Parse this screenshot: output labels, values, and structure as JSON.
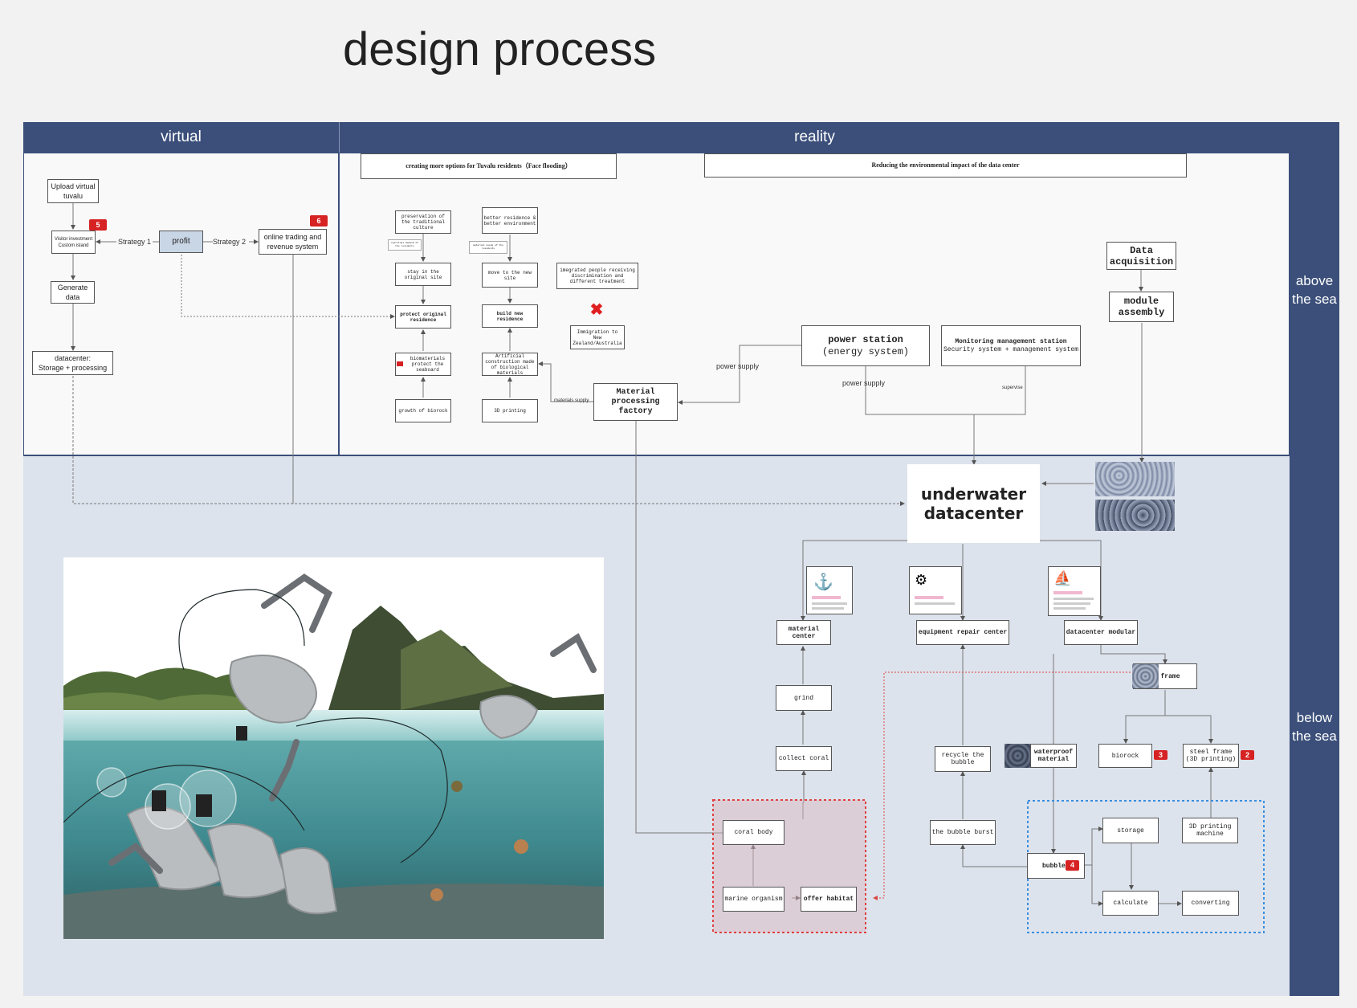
{
  "title": "design process",
  "headers": {
    "virtual": "virtual",
    "reality": "reality"
  },
  "side_labels": {
    "above": "above\nthe sea",
    "below": "below\nthe sea"
  },
  "virtual": {
    "upload": "Upload virtual tuvalu",
    "visitor": "Visitor investment\nCustom island",
    "generate": "Generate data",
    "datacenter": "datacenter:\nStorage + processing",
    "profit": "profit",
    "online": "online trading and revenue system",
    "strategy1": "Strategy 1",
    "strategy2": "Strategy 2",
    "flag5": "5",
    "flag6": "6"
  },
  "banners": {
    "residents": "creating more options for Tuvalu residents（Face flooding）",
    "environment": "Reducing the environmental impact of the data center"
  },
  "reality": {
    "preservation": "preservation of the traditional culture",
    "spiritual": "spiritual demand of the residents",
    "stay": "stay in the original site",
    "protect": "protect original residence",
    "biomaterials": "biomaterials protect the seaboard",
    "biorock_growth": "growth of biorock",
    "better": "better residence & better environment",
    "material_needs": "material needs of the residents",
    "move": "move to the new site",
    "build": "build new residence",
    "artificial": "Artificial construction made of biological materials",
    "printing3d": "3D printing",
    "emigrated": "imegrated people receiving discrimination and different treatment",
    "immigration": "Immigration to New Zealand/Australia",
    "factory": "Material processing factory",
    "materials_supply": "materials supply",
    "power_supply1": "power supply",
    "power_supply2": "power supply",
    "supervise": "supervise",
    "power_title": "power station",
    "power_sub": "(energy system)",
    "monitor_title": "Monitoring management station",
    "monitor_sub": "Security system + management system",
    "data_acq": "Data acquisition",
    "module": "module assembly"
  },
  "below": {
    "underwater": "underwater datacenter",
    "material_center": "material center",
    "grind": "grind",
    "collect": "collect coral",
    "coral_body": "coral body",
    "marine": "marine organism",
    "habitat": "offer habitat",
    "repair": "equipment repair center",
    "recycle": "recycle the bubble",
    "burst": "the bubble burst",
    "modular": "datacenter modular",
    "frame": "frame",
    "waterproof": "waterproof material",
    "biorock": "biorock",
    "steel": "steel frame (3D printing)",
    "storage": "storage",
    "printing_machine": "3D printing machine",
    "bubble": "bubble",
    "calculate": "calculate",
    "converting": "converting",
    "flag4": "4",
    "flag3": "3",
    "flag2": "2"
  },
  "icons": [
    "submarine-icon",
    "robot-icon",
    "folder-icon",
    "close-icon"
  ],
  "colors": {
    "header": "#3b4f7a",
    "panel_bg": "#dde3ec",
    "accent_red": "#d62222",
    "dash_blue": "#3a8ee0",
    "dash_red": "#e04040"
  }
}
